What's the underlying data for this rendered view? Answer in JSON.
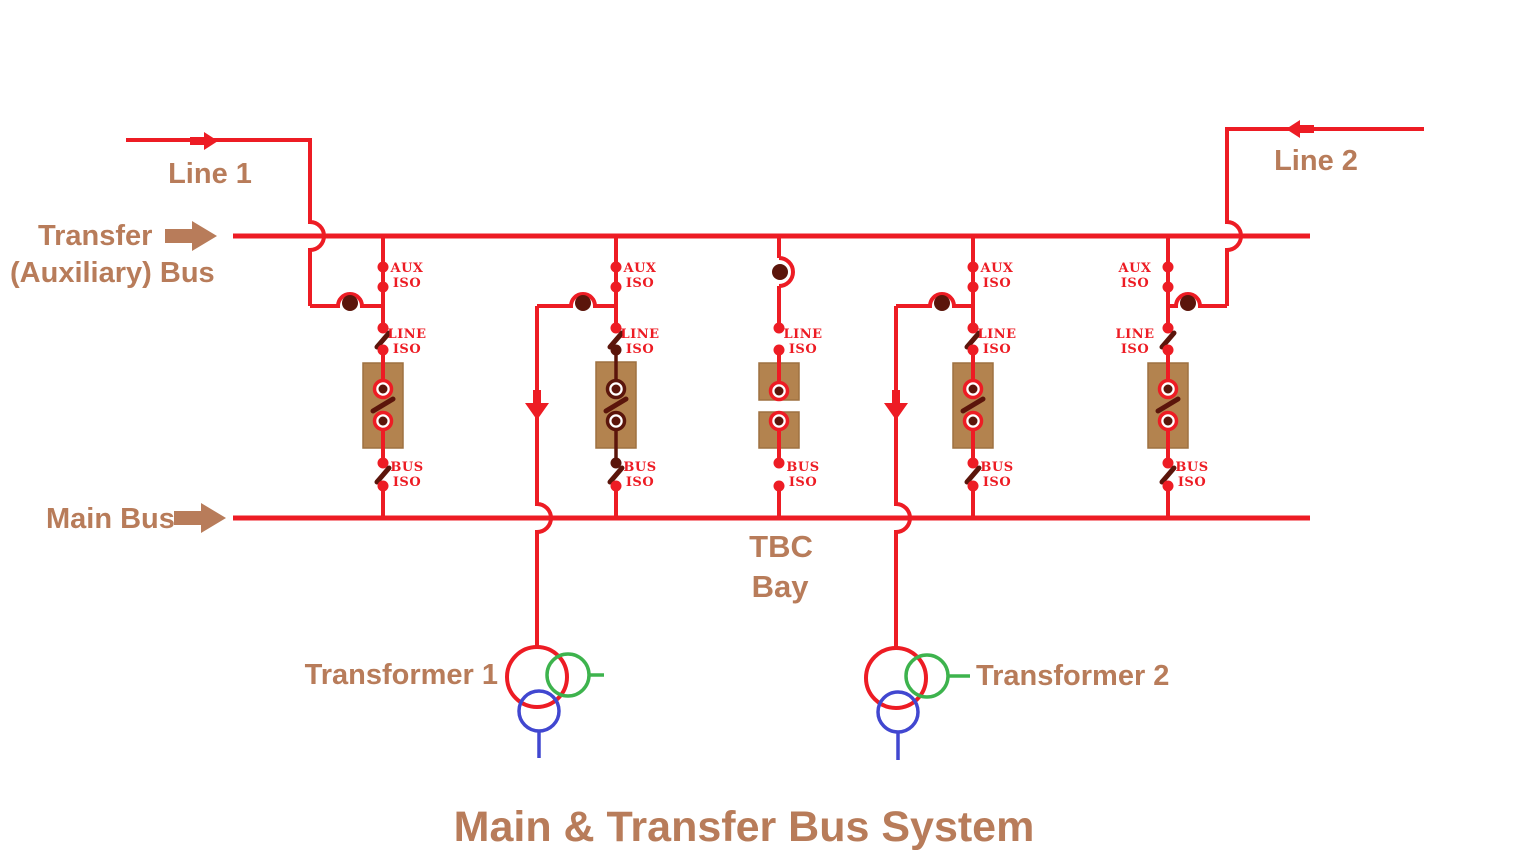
{
  "title": "Main & Transfer Bus System",
  "colors": {
    "red": "#ed1c24",
    "dark": "#5b150b",
    "tan": "#b3834f",
    "tanb": "#9e7140",
    "brown": "#b87c5a",
    "green": "#3db34d",
    "blue": "#4147d0"
  },
  "labels": {
    "line1": "Line 1",
    "line2": "Line 2",
    "transfer_l1": "Transfer",
    "transfer_l2": "(Auxiliary) Bus",
    "main_bus": "Main Bus",
    "tbc_l1": "TBC",
    "tbc_l2": "Bay",
    "transformer1": "Transformer 1",
    "transformer2": "Transformer 2"
  },
  "iso": {
    "aux": "AUX",
    "line": "LINE",
    "bus": "BUS",
    "iso": "ISO"
  }
}
